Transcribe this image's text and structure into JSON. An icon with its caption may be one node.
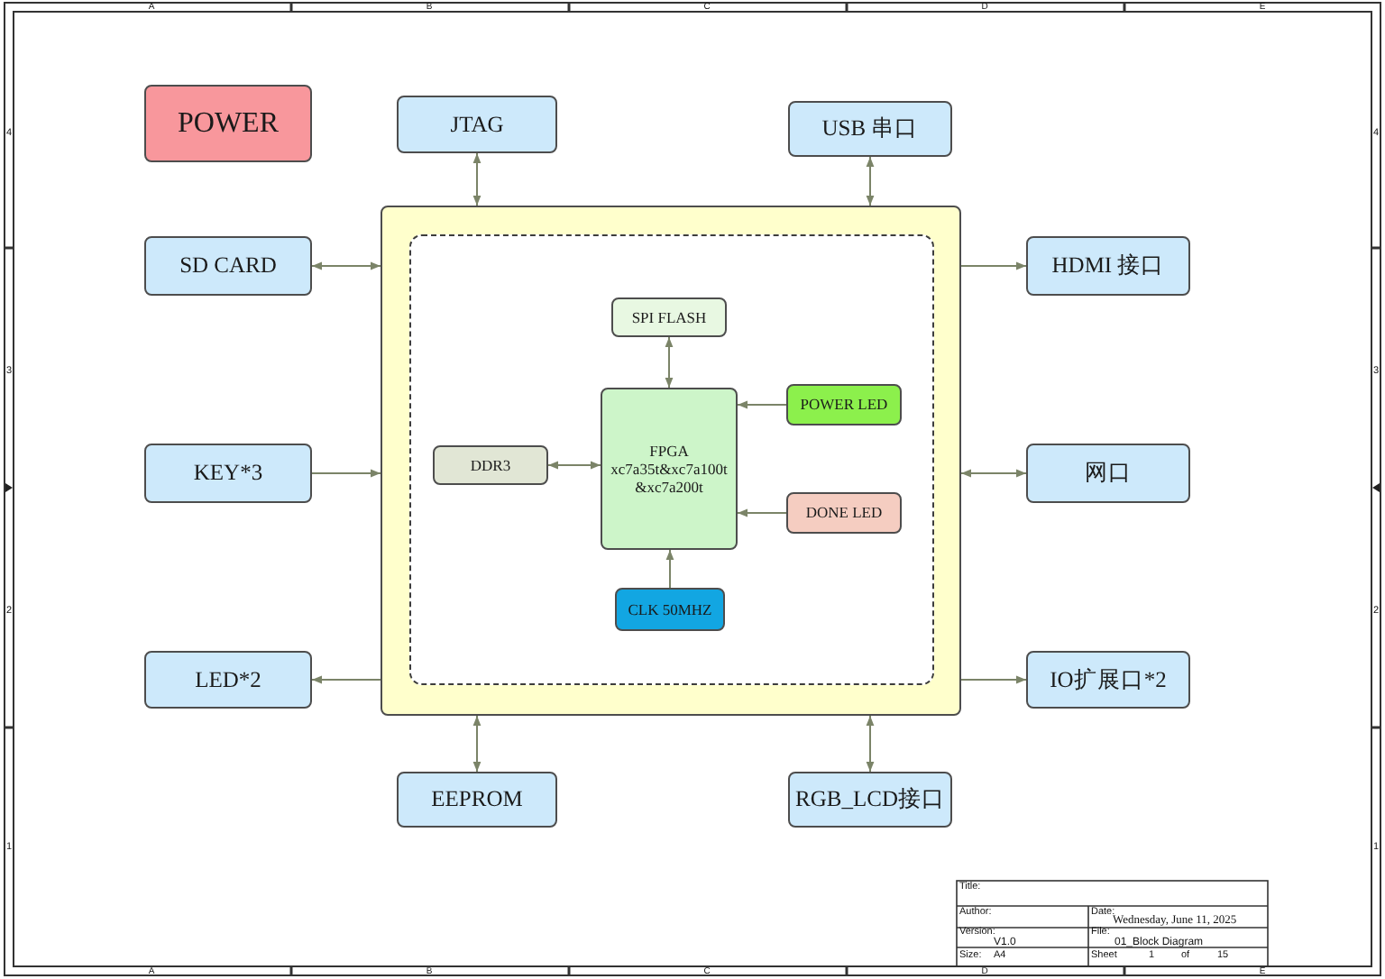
{
  "diagram": {
    "nodes": [
      {
        "text": [
          "POWER"
        ]
      },
      {
        "text": [
          "JTAG"
        ]
      },
      {
        "text": [
          "USB 串口"
        ]
      },
      {
        "text": [],
        "shape": "box"
      },
      {
        "text": [],
        "shape": "box",
        "in": 3
      },
      {
        "text": [
          "SD CARD"
        ]
      },
      {
        "text": [
          "HDMI 接口"
        ]
      },
      {
        "text": [
          "SPI FLASH"
        ],
        "in": 4
      },
      {
        "text": [
          "DDR3"
        ],
        "in": 4
      },
      {
        "text": [
          "FPGA xc7a35t&xc7a100t &xc7a200t"
        ],
        "in": 4
      },
      {
        "text": [
          "POWER LED"
        ],
        "in": 4
      },
      {
        "text": [
          "DONE LED"
        ],
        "in": 4
      },
      {
        "text": [
          "CLK 50MHZ"
        ],
        "in": 4
      },
      {
        "text": [
          "KEY*3"
        ]
      },
      {
        "text": [
          "网口"
        ]
      },
      {
        "text": [
          "LED*2"
        ]
      },
      {
        "text": [
          "IO扩展口*2"
        ]
      },
      {
        "text": [
          "EEPROM"
        ]
      },
      {
        "text": [
          "RGB_LCD接口"
        ]
      }
    ],
    "edges": [
      {
        "from": 1,
        "to": 3,
        "arrow": "both"
      },
      {
        "from": 2,
        "to": 3,
        "arrow": "both"
      },
      {
        "from": 5,
        "to": 3,
        "arrow": "both"
      },
      {
        "from": 3,
        "to": 6,
        "arrow": "to"
      },
      {
        "from": 7,
        "to": 9,
        "arrow": "both"
      },
      {
        "from": 10,
        "to": 9,
        "arrow": "to"
      },
      {
        "from": 8,
        "to": 9,
        "arrow": "both"
      },
      {
        "from": 11,
        "to": 9,
        "arrow": "to"
      },
      {
        "from": 12,
        "to": 9,
        "arrow": "to"
      },
      {
        "from": 13,
        "to": 3,
        "arrow": "to"
      },
      {
        "from": 3,
        "to": 14,
        "arrow": "both"
      },
      {
        "from": 3,
        "to": 15,
        "arrow": "to"
      },
      {
        "from": 3,
        "to": 16,
        "arrow": "to"
      },
      {
        "from": 17,
        "to": 3,
        "arrow": "both"
      },
      {
        "from": 18,
        "to": 3,
        "arrow": "both"
      }
    ],
    "labels": [
      "A",
      "B",
      "C",
      "D",
      "E",
      "4",
      "4",
      "3",
      "3",
      "2",
      "2",
      "1",
      "1",
      "Title:",
      "Author:",
      "Date:",
      "Wednesday, June 11, 2025",
      "Version:",
      "V1.0",
      "File:",
      "01_Block Diagram",
      "Size:",
      "A4",
      "Sheet",
      "1",
      "of",
      "15",
      "A",
      "B",
      "C",
      "D",
      "E"
    ]
  }
}
